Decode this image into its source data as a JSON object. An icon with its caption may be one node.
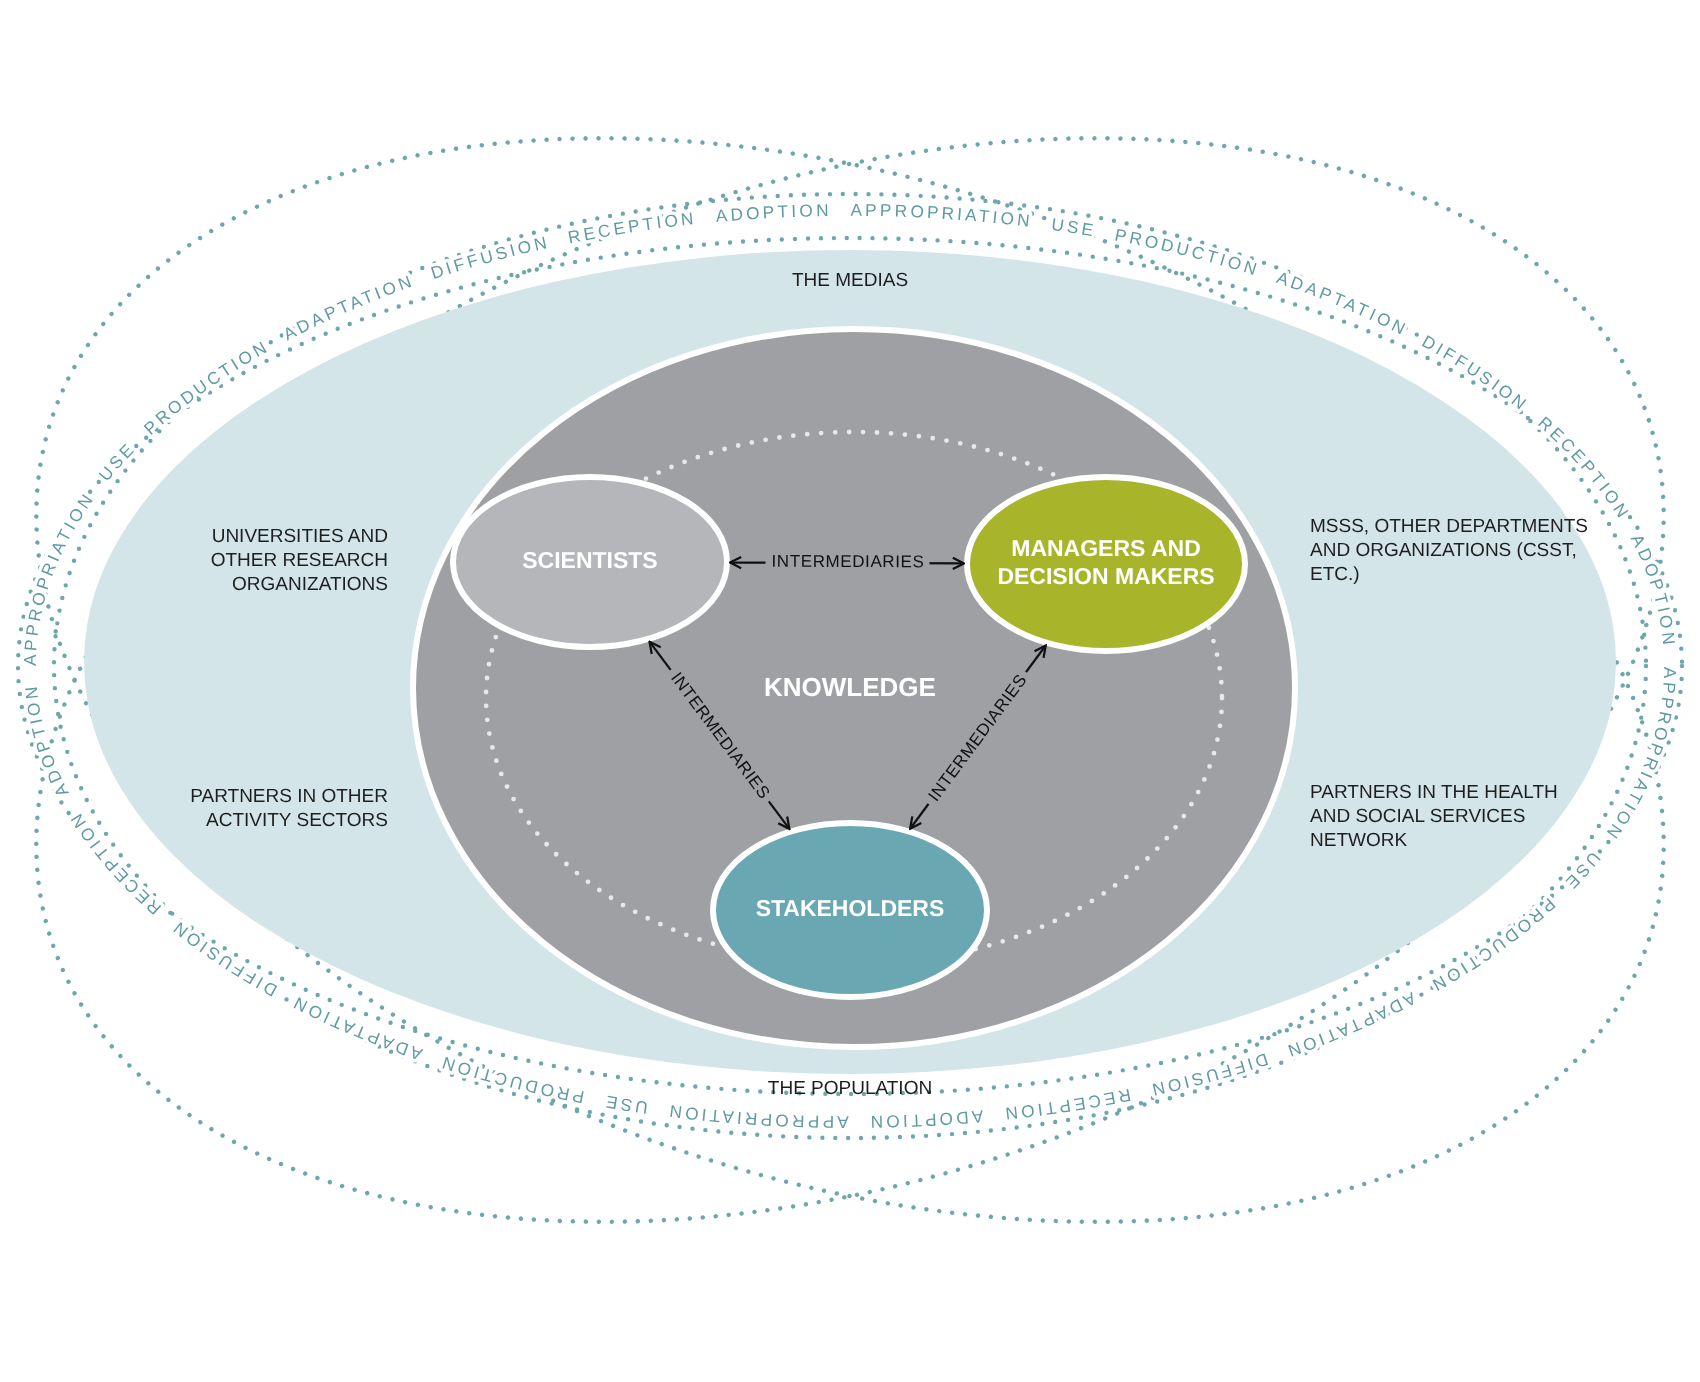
{
  "diagram": {
    "nodes": [
      {
        "text": [
          "THE MEDIAS",
          "UNIVERSITIES AND OTHER RESEARCH ORGANIZATIONS",
          "MSSS, OTHER DEPARTMENTS AND ORGANIZATIONS (CSST, ETC.)",
          "PARTNERS IN OTHER ACTIVITY SECTORS",
          "PARTNERS IN THE HEALTH AND SOCIAL SERVICES NETWORK",
          "THE POPULATION"
        ]
      },
      {
        "text": [
          "KNOWLEDGE"
        ],
        "in": 0
      },
      {
        "text": [
          "SCIENTISTS"
        ],
        "in": 1
      },
      {
        "text": [
          "MANAGERS AND DECISION MAKERS"
        ],
        "in": 1
      },
      {
        "text": [
          "STAKEHOLDERS"
        ],
        "in": 1
      }
    ],
    "edges": [
      {
        "from": 2,
        "to": 3,
        "arrow": "both",
        "label": "INTERMEDIARIES"
      },
      {
        "from": 2,
        "to": 4,
        "arrow": "both",
        "label": "INTERMEDIARIES"
      },
      {
        "from": 4,
        "to": 3,
        "arrow": "both",
        "label": "INTERMEDIARIES"
      }
    ],
    "labels": [
      "USE",
      "PRODUCTION",
      "ADAPTATION",
      "DIFFUSION",
      "RECEPTION",
      "ADOPTION",
      "APPROPRIATION",
      "USE",
      "PRODUCTION",
      "ADAPTATION",
      "DIFFUSION",
      "RECEPTION",
      "ADOPTION",
      "APPROPRIATION",
      "USE",
      "PRODUCTION",
      "ADAPTATION",
      "DIFFUSION",
      "RECEPTION",
      "ADOPTION",
      "APPROPRIATION",
      "USE",
      "PRODUCTION",
      "ADAPTATION",
      "DIFFUSION",
      "RECEPTION",
      "ADOPTION",
      "APPROPRIATION"
    ]
  }
}
